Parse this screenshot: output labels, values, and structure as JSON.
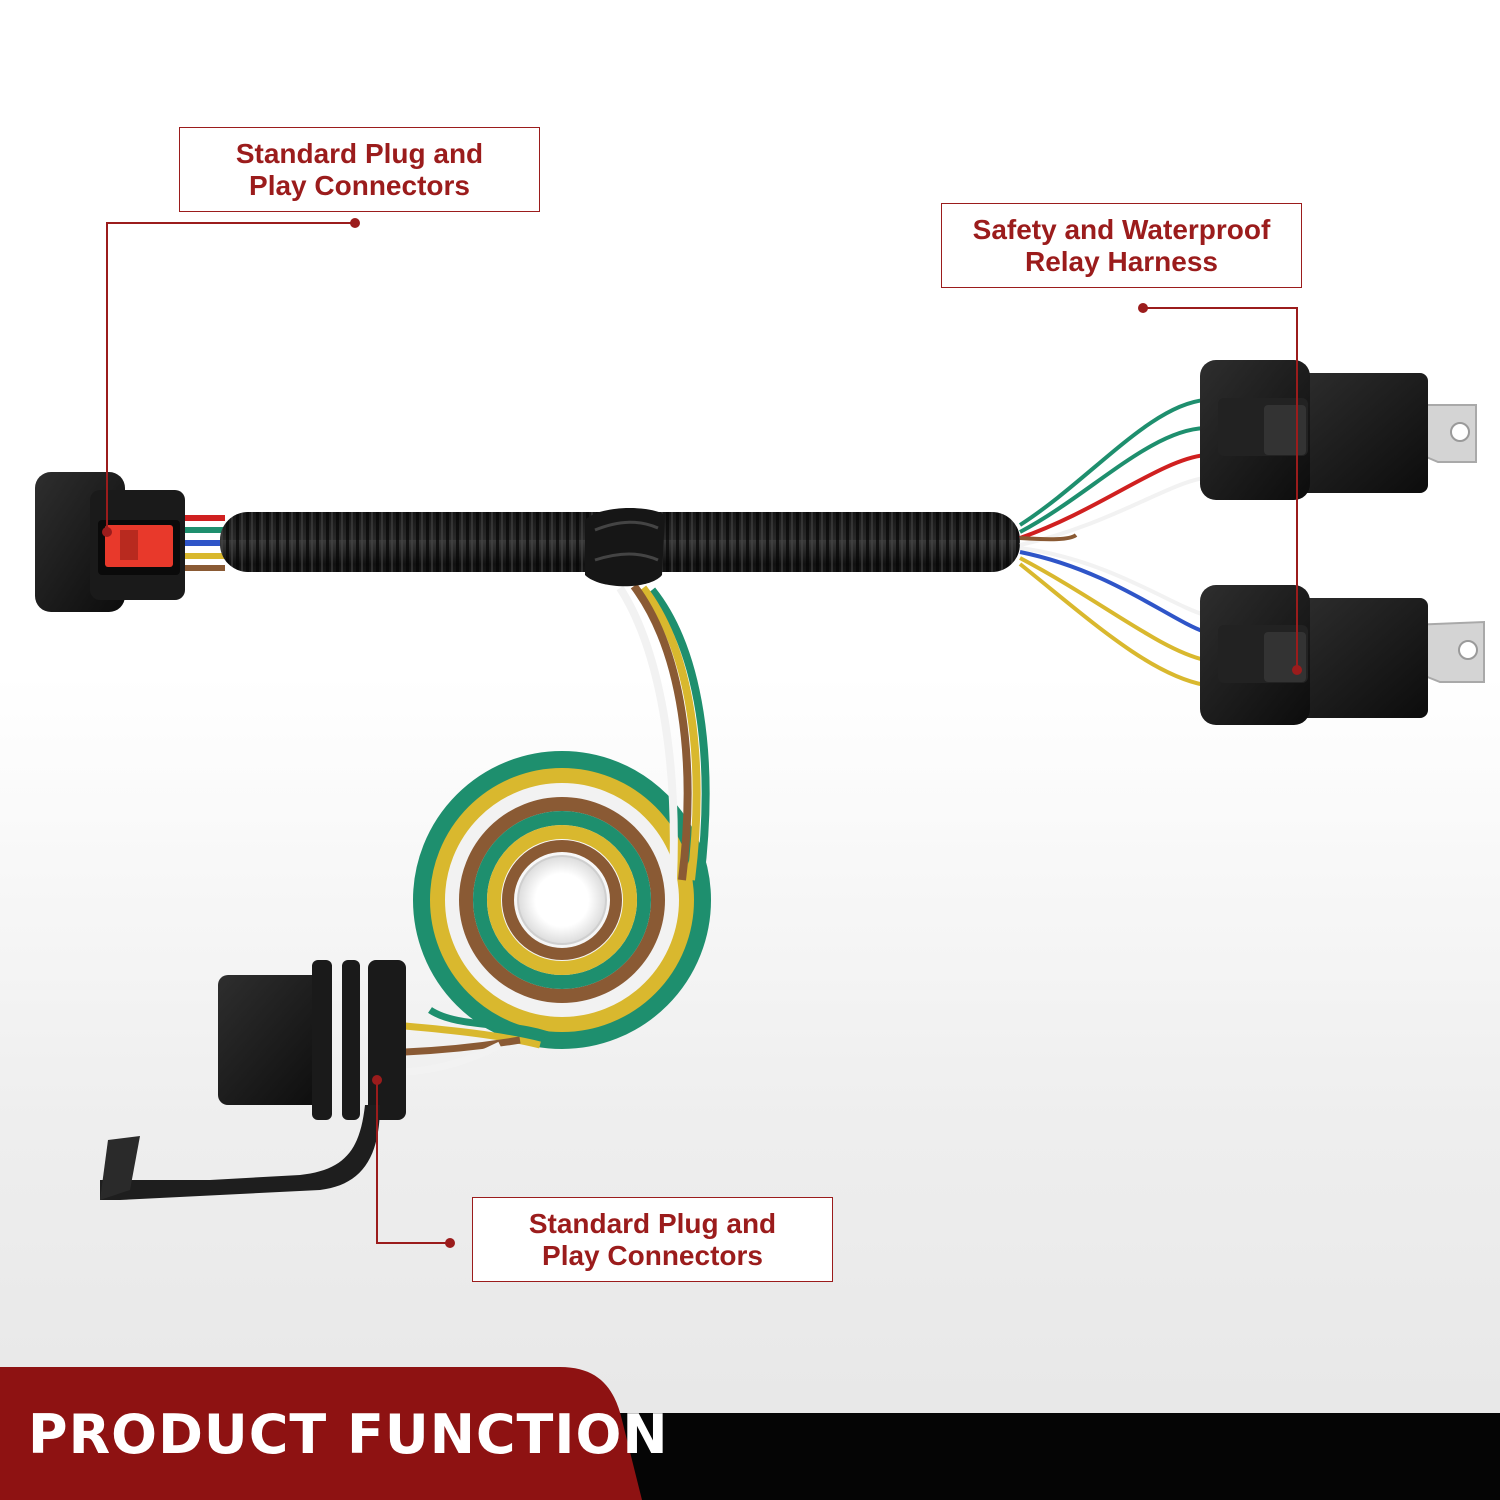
{
  "callouts": {
    "plug_top": {
      "line1": "Standard Plug and",
      "line2": "Play Connectors"
    },
    "relay": {
      "line1": "Safety and Waterproof",
      "line2": "Relay Harness"
    },
    "plug_bottom": {
      "line1": "Standard Plug and",
      "line2": "Play Connectors"
    }
  },
  "footer": {
    "title": "PRODUCT FUNCTION"
  },
  "colors": {
    "accent": "#9b1c1c",
    "footer_red": "#8e1212",
    "footer_black": "#050505",
    "connector_red": "#e8392b",
    "wire_green": "#1e8f6e",
    "wire_yellow": "#d9b82e",
    "wire_brown": "#8a5a34",
    "wire_white": "#f2f2f2",
    "wire_blue": "#2f55c8",
    "wire_red": "#d02020"
  }
}
